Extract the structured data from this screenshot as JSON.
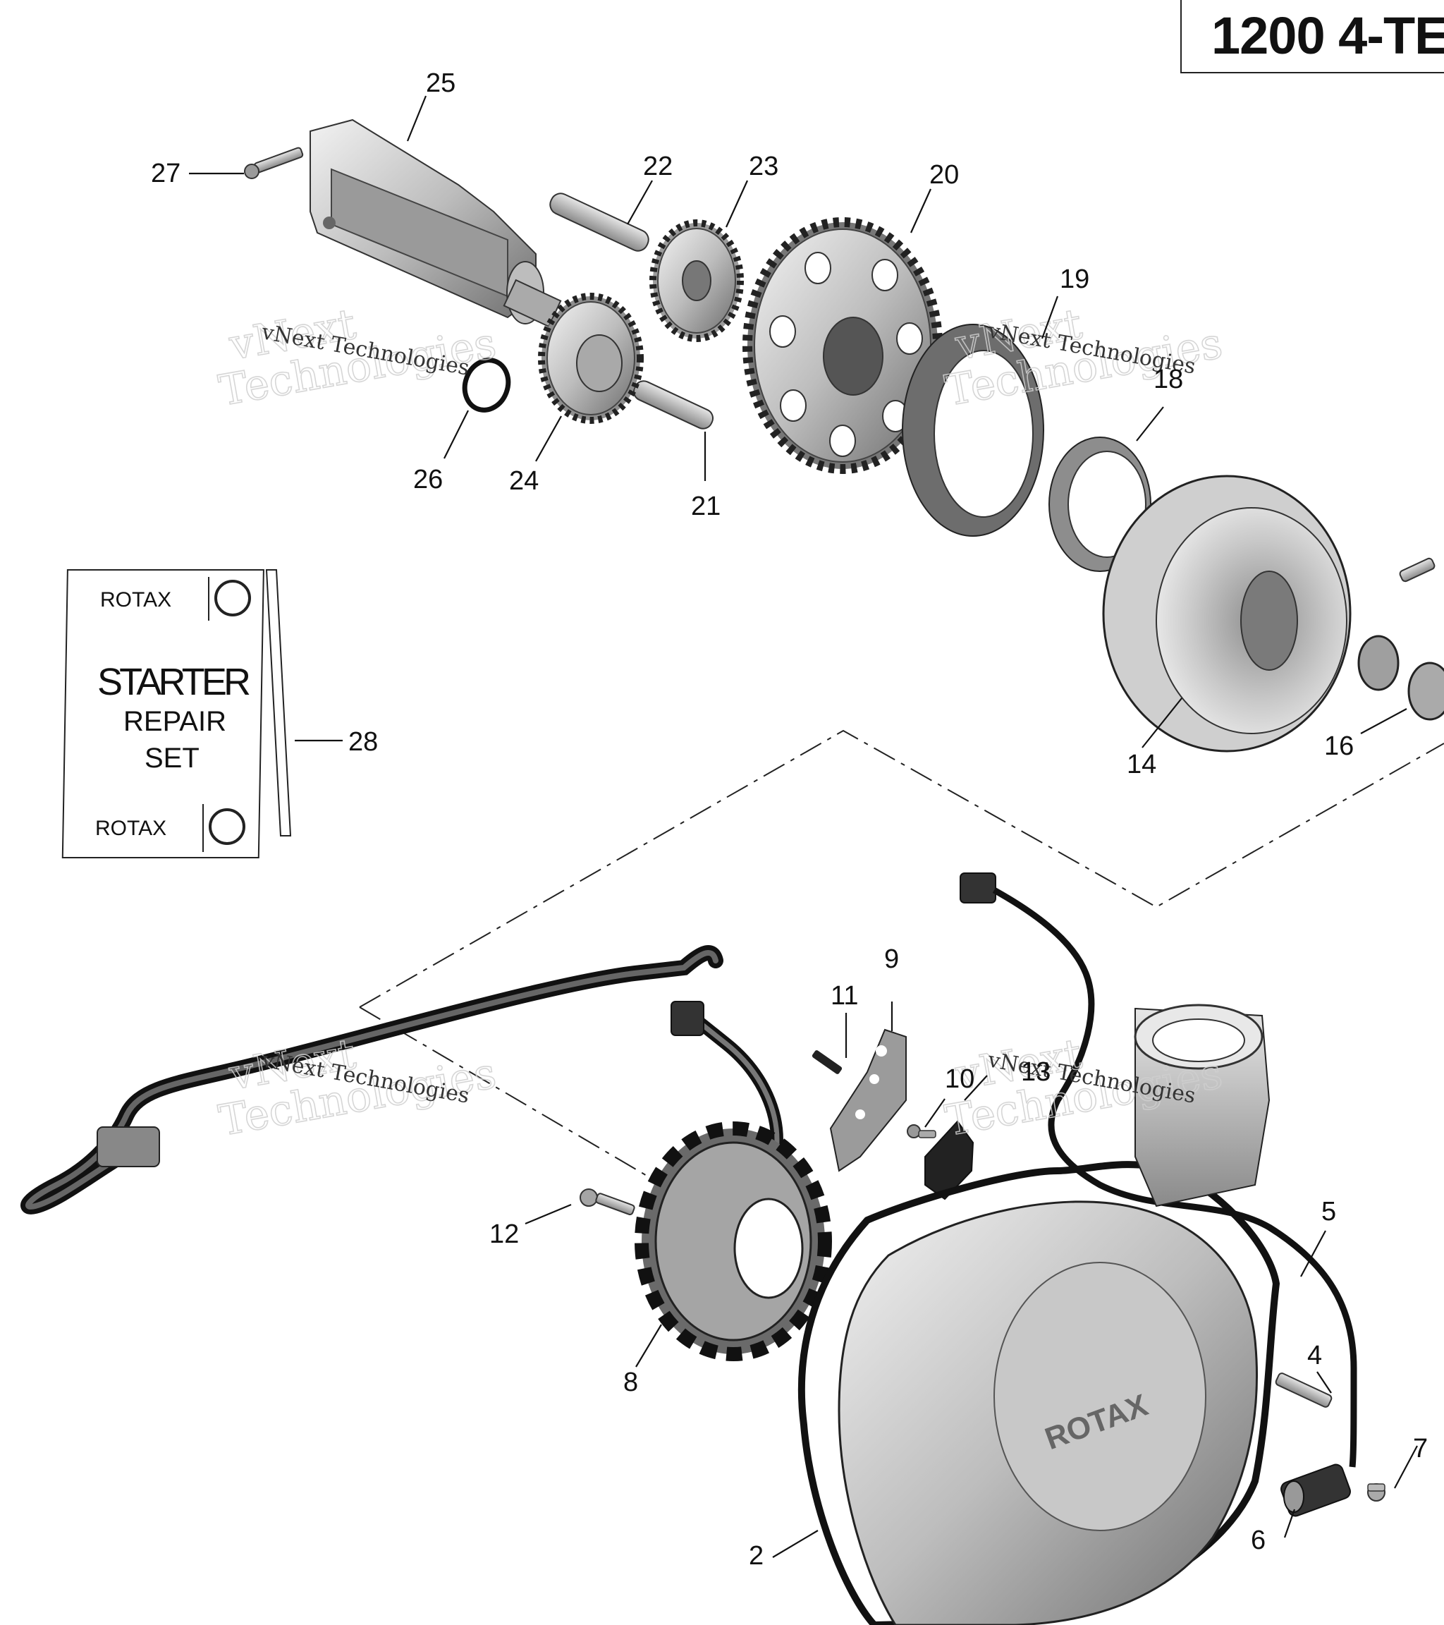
{
  "title": "1200 4-TE",
  "watermark": {
    "line1": "vNext Technologies",
    "outline_a": "vNext",
    "outline_b": "Technologies"
  },
  "kit": {
    "brand": "ROTAX",
    "line1": "STARTER",
    "line2": "REPAIR",
    "line3": "SET"
  },
  "cover_logo": "ROTAX",
  "callouts": {
    "c2": "2",
    "c4": "4",
    "c5": "5",
    "c6": "6",
    "c7": "7",
    "c8": "8",
    "c9": "9",
    "c10": "10",
    "c11": "11",
    "c12": "12",
    "c13": "13",
    "c14": "14",
    "c16": "16",
    "c18": "18",
    "c19": "19",
    "c20": "20",
    "c21": "21",
    "c22": "22",
    "c23": "23",
    "c24": "24",
    "c25": "25",
    "c26": "26",
    "c27": "27",
    "c28": "28"
  }
}
